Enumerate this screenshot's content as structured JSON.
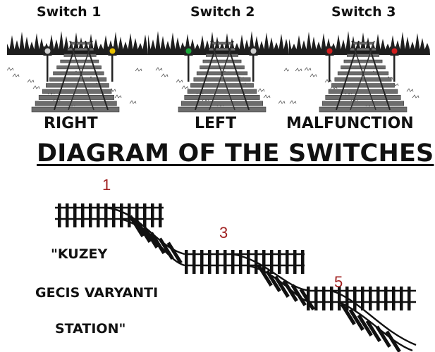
{
  "switches": [
    {
      "title": "Switch 1",
      "state": "RIGHT",
      "signal_color": "#e8c000"
    },
    {
      "title": "Switch 2",
      "state": "LEFT",
      "signal_color": "#19a83a"
    },
    {
      "title": "Switch 3",
      "state": "MALFUNCTION",
      "signal_color": "#d21e1e"
    }
  ],
  "diagram": {
    "title": "DIAGRAM OF THE SWITCHES",
    "switch_numbers": [
      "1",
      "3",
      "5"
    ],
    "station_lines": [
      "\"KUZEY",
      "GECIS VARYANTI",
      "STATION\""
    ],
    "number_color": "#a02020"
  }
}
